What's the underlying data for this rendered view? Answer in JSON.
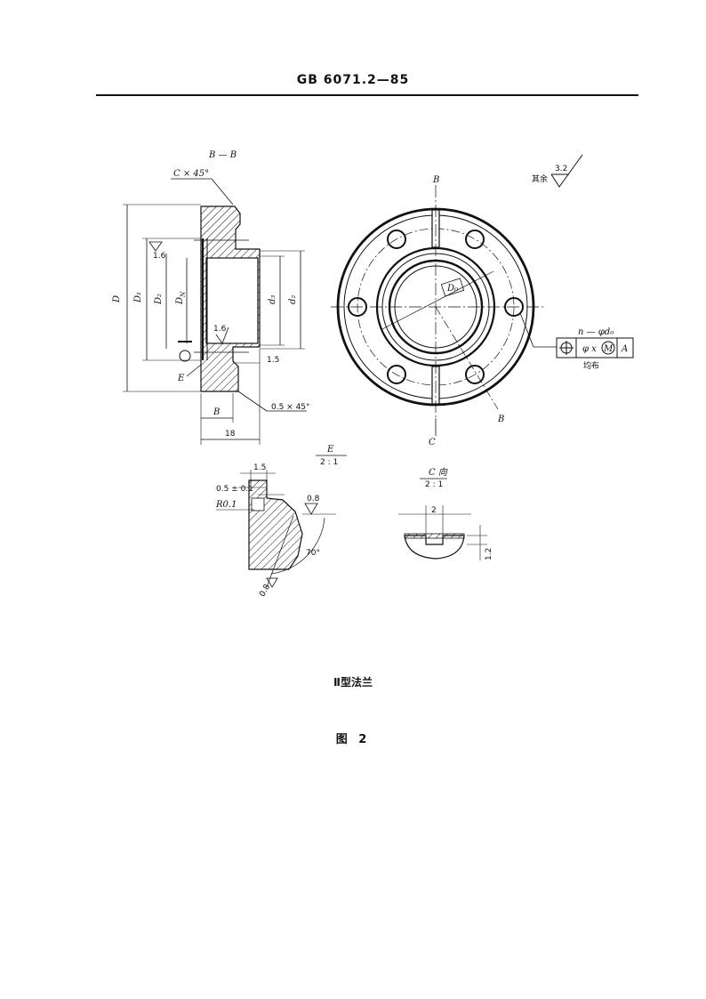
{
  "header": {
    "standard_number": "GB 6071.2—85"
  },
  "section_view": {
    "title": "B — B",
    "chamfer_top": "C × 45°",
    "dim_D": "D",
    "dim_D1": "D₁",
    "dim_D2": "D₂",
    "dim_DN": "D",
    "dim_DN_sub": "N",
    "dim_d3": "d₃",
    "dim_d2": "d₂",
    "roughness_1": "1.6",
    "roughness_2": "1.6",
    "dim_1_5": "1.5",
    "detail_E": "E",
    "chamfer_bottom": "0.5 × 45°",
    "dim_B": "B",
    "dim_18": "18"
  },
  "front_view": {
    "label_B_top": "B",
    "label_B_bottom": "B",
    "label_C": "C",
    "label_D0": "D₀",
    "roughness_rest_label": "其余",
    "roughness_rest_value": "3.2",
    "holes_callout": "n — φd₀",
    "tol_value": "φ x",
    "tol_modifier": "M",
    "tol_datum": "A",
    "evenly_distributed": "均布"
  },
  "detail_e": {
    "title": "E",
    "scale": "2 : 1",
    "dim_1_5": "1.5",
    "dim_0_5": "0.5 ± 0.1",
    "radius": "R0.1",
    "roughness": "0.8",
    "roughness_bottom": "0.8",
    "angle": "70°"
  },
  "view_c": {
    "title": "C 向",
    "scale": "2 : 1",
    "dim_width": "2",
    "dim_height": "1.2"
  },
  "caption": {
    "part_name": "Ⅱ型法兰",
    "figure": "图 2"
  }
}
